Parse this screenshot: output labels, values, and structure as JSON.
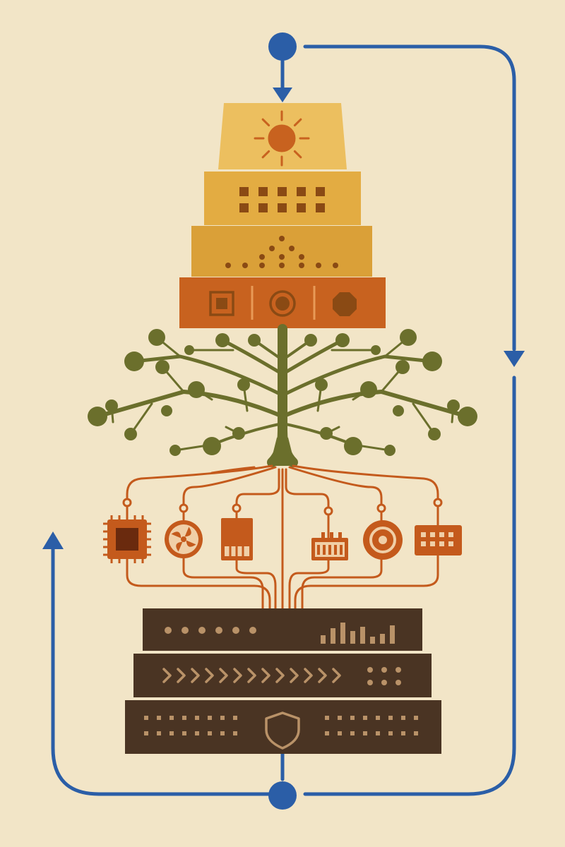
{
  "colors": {
    "background": "#f2e5c7",
    "flow": "#2b5ea7",
    "tier1": "#ecbf5f",
    "tier2": "#e3ac42",
    "tier3": "#daa038",
    "tier4": "#c8621f",
    "tier_symbol": "#8a4a14",
    "tree": "#6b6f2c",
    "circuit": "#c45a1c",
    "rack": "#4a3423",
    "rack_detail": "#b99268"
  },
  "icons": {
    "top": "circle-node-icon",
    "down_arrow": "arrow-down-icon",
    "sun": "sun-icon",
    "tier4_shapes": [
      "square-icon",
      "circle-icon",
      "octagon-icon"
    ],
    "components": [
      "cpu-chip-icon",
      "fan-icon",
      "memory-module-icon",
      "connector-icon",
      "disk-icon",
      "keypad-icon"
    ],
    "rack_shield": "shield-icon",
    "loop_arrows": [
      "arrow-down-icon",
      "arrow-up-icon"
    ]
  },
  "layers": {
    "pyramid_tiers": 4,
    "tier2_squares": 10,
    "rack_units": 3
  }
}
